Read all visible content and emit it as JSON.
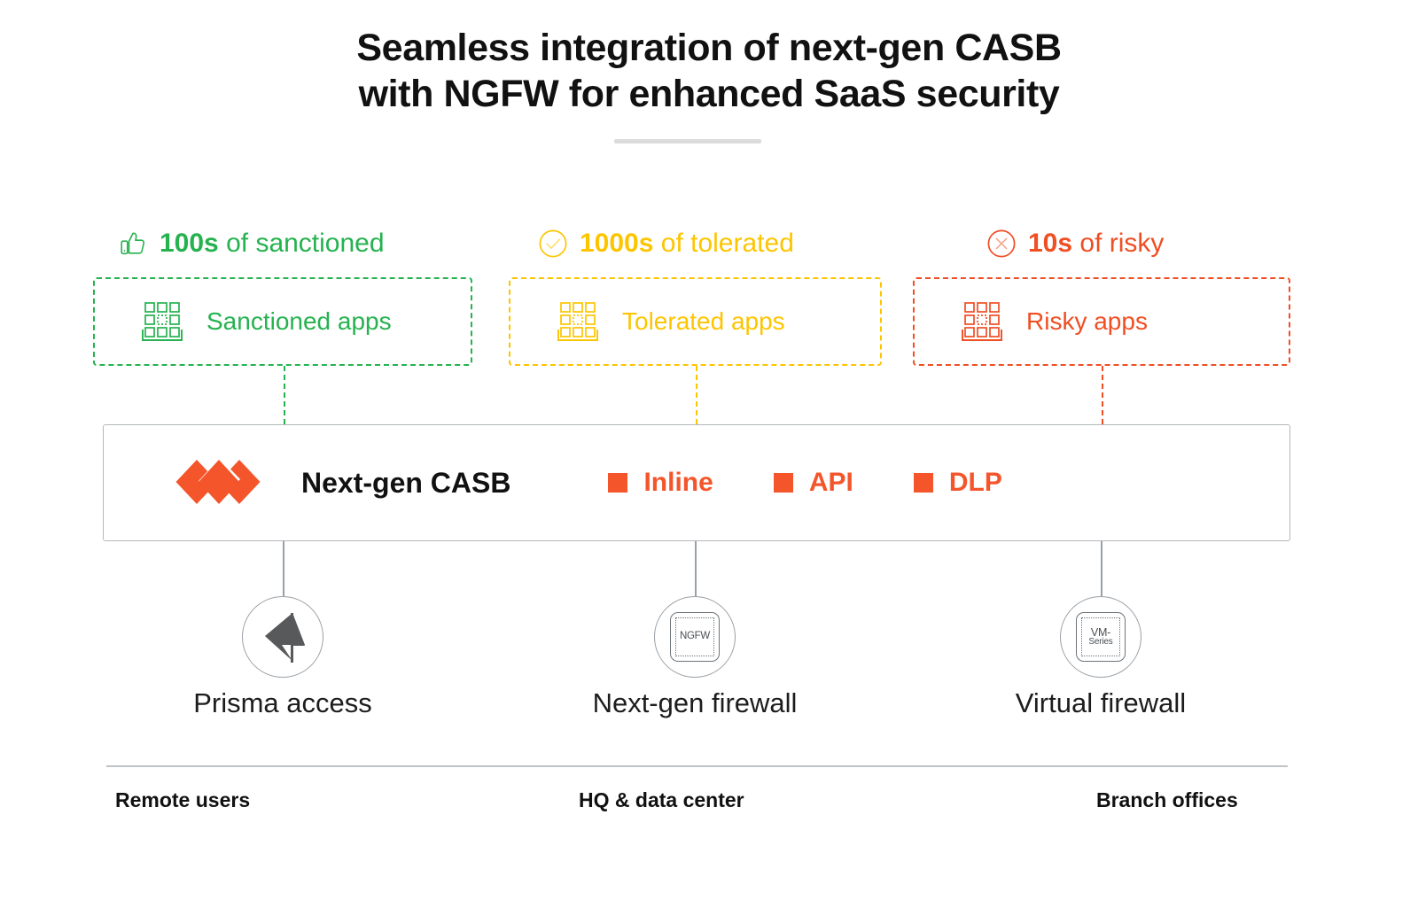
{
  "title": {
    "line1": "Seamless integration of next-gen CASB",
    "line2": "with NGFW for enhanced SaaS security"
  },
  "colors": {
    "green": "#25b24f",
    "yellow": "#fdc500",
    "red": "#f04e23",
    "orange_accent": "#f4552b",
    "gray_line": "#9aa0a6",
    "text": "#141414"
  },
  "categories": [
    {
      "id": "sanctioned",
      "icon": "thumbs-up-icon",
      "count": "100s",
      "count_suffix": " of sanctioned",
      "box_icon": "apps-grid-icon",
      "box_label": "Sanctioned apps",
      "color": "#25b24f"
    },
    {
      "id": "tolerated",
      "icon": "check-circle-icon",
      "count": "1000s",
      "count_suffix": " of tolerated",
      "box_icon": "apps-grid-icon",
      "box_label": "Tolerated apps",
      "color": "#fdc500"
    },
    {
      "id": "risky",
      "icon": "x-circle-icon",
      "count": "10s",
      "count_suffix": " of risky",
      "box_icon": "apps-grid-icon",
      "box_label": "Risky apps",
      "color": "#f04e23"
    }
  ],
  "casb_bar": {
    "logo": "palo-alto-networks-logo",
    "title": "Next-gen CASB",
    "capabilities": [
      {
        "label": "Inline"
      },
      {
        "label": "API"
      },
      {
        "label": "DLP"
      }
    ]
  },
  "nodes": [
    {
      "id": "prisma-access",
      "icon": "prisma-logo-icon",
      "label": "Prisma access",
      "zone": "Remote users"
    },
    {
      "id": "next-gen-firewall",
      "icon": "ngfw-appliance-icon",
      "icon_text": "NGFW",
      "label": "Next-gen firewall",
      "zone": "HQ & data center"
    },
    {
      "id": "virtual-firewall",
      "icon": "vm-series-appliance-icon",
      "icon_text_line1": "VM-",
      "icon_text_line2": "Series",
      "label": "Virtual firewall",
      "zone": "Branch offices"
    }
  ]
}
